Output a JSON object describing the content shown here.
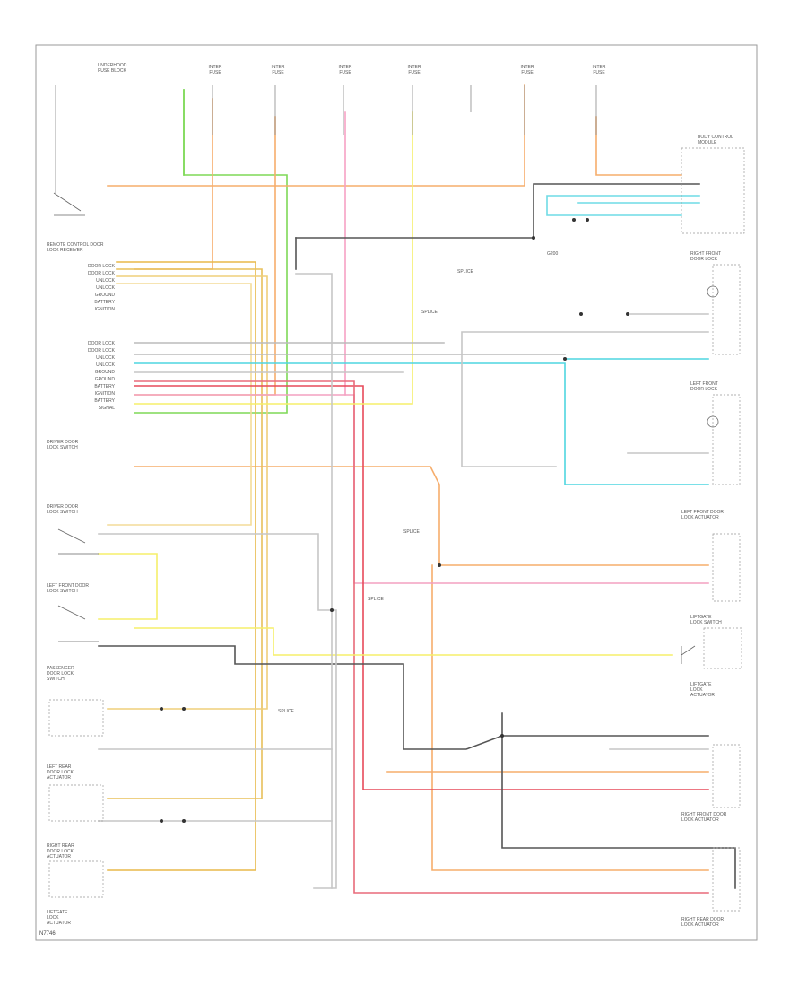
{
  "diagram": {
    "footer_code": "N7746",
    "components": {
      "top_header": [
        "UNDERHOOD\nFUSE BLOCK",
        "INTER\nFUSE",
        "INTER\nFUSE",
        "INTER\nFUSE",
        "INTER\nFUSE",
        "INTER\nFUSE",
        "INTER\nFUSE"
      ],
      "left_module": "REMOTE CONTROL DOOR\nLOCK RECEIVER",
      "left_pins": [
        "DOOR LOCK",
        "DOOR LOCK",
        "UNLOCK",
        "UNLOCK",
        "GROUND",
        "BATTERY",
        "IGNITION"
      ],
      "left_pins2": [
        "DOOR LOCK",
        "DOOR LOCK",
        "UNLOCK",
        "UNLOCK",
        "GROUND",
        "GROUND",
        "BATTERY",
        "IGNITION",
        "BATTERY",
        "SIGNAL"
      ],
      "left_labels": [
        "DRIVER DOOR\nLOCK SWITCH",
        "DRIVER DOOR\nLOCK SWITCH",
        "LEFT FRONT DOOR\nLOCK SWITCH",
        "PASSENGER\nDOOR LOCK\nSWITCH",
        "LEFT REAR\nDOOR LOCK\nACTUATOR",
        "RIGHT REAR\nDOOR LOCK\nACTUATOR",
        "LIFTGATE\nLOCK\nACTUATOR"
      ],
      "right_labels": [
        "BODY CONTROL\nMODULE",
        "RIGHT FRONT\nDOOR LOCK",
        "LEFT FRONT\nDOOR LOCK",
        "LEFT FRONT DOOR\nLOCK ACTUATOR",
        "RIGHT FRONT DOOR\nLOCK ACTUATOR",
        "LIFTGATE\nLOCK SWITCH",
        "LIFTGATE\nLOCK\nACTUATOR",
        "RIGHT REAR DOOR\nLOCK ACTUATOR"
      ],
      "center_notes": [
        "SPLICE",
        "SPLICE",
        "SPLICE",
        "SPLICE",
        "SPLICE",
        "G200"
      ]
    }
  }
}
